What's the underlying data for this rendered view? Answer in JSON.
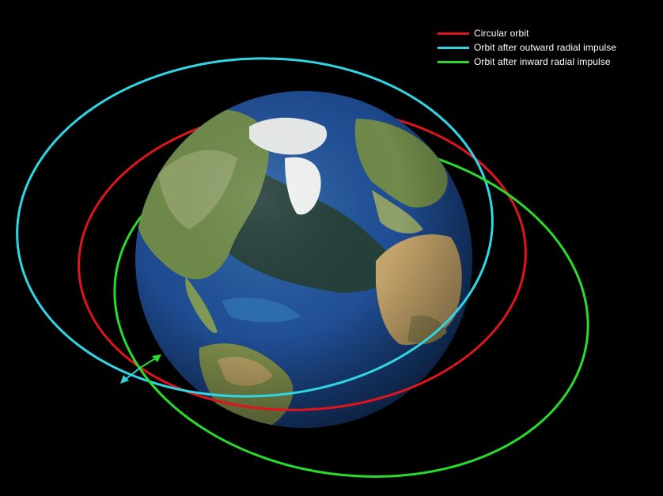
{
  "legend": [
    {
      "label": "Circular orbit",
      "color": "#e0141c"
    },
    {
      "label": "Orbit after outward radial impulse",
      "color": "#2fd6e6"
    },
    {
      "label": "Orbit after inward radial impulse",
      "color": "#27dc2a"
    }
  ],
  "colors": {
    "background": "#000000",
    "ocean_deep": "#1c3f86",
    "ocean_shallow": "#2f74b3",
    "arctic_sea": "#253f3b",
    "land_green": "#6f8a4a",
    "land_desert": "#c4a46a",
    "ice": "#f2f4f2"
  },
  "icons": {
    "earth": "earth-globe-icon",
    "impulse_out": "outward-impulse-arrow-icon",
    "impulse_in": "inward-impulse-arrow-icon"
  }
}
